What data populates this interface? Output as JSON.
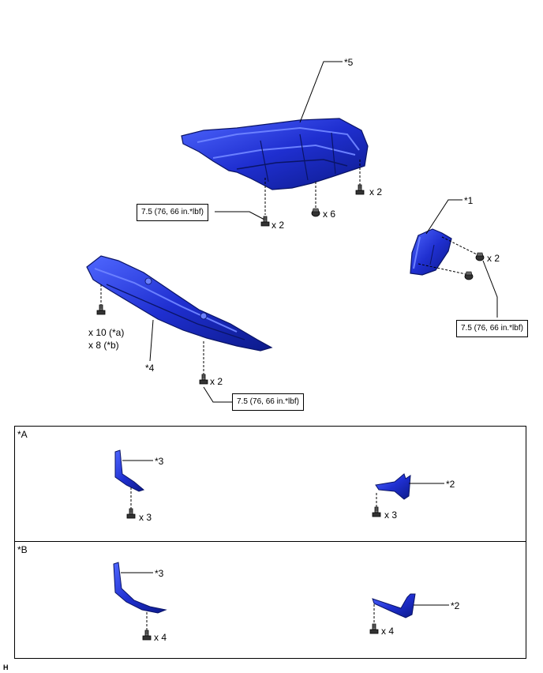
{
  "labels": {
    "part5": "*5",
    "part1": "*1",
    "part4": "*4",
    "part3": "*3",
    "part2": "*2",
    "variant_a": "*A",
    "variant_b": "*B",
    "corner": "H"
  },
  "quantities": {
    "x2": "x 2",
    "x6": "x 6",
    "x10a": "x 10 (*a)",
    "x8b": "x 8 (*b)",
    "x3": "x 3",
    "x4": "x 4"
  },
  "torque": {
    "spec": "7.5 (76, 66 in.*lbf)"
  },
  "colors": {
    "part_blue": "#1f2fd0",
    "part_dark": "#0c1a8a",
    "part_light": "#4f67ff"
  }
}
